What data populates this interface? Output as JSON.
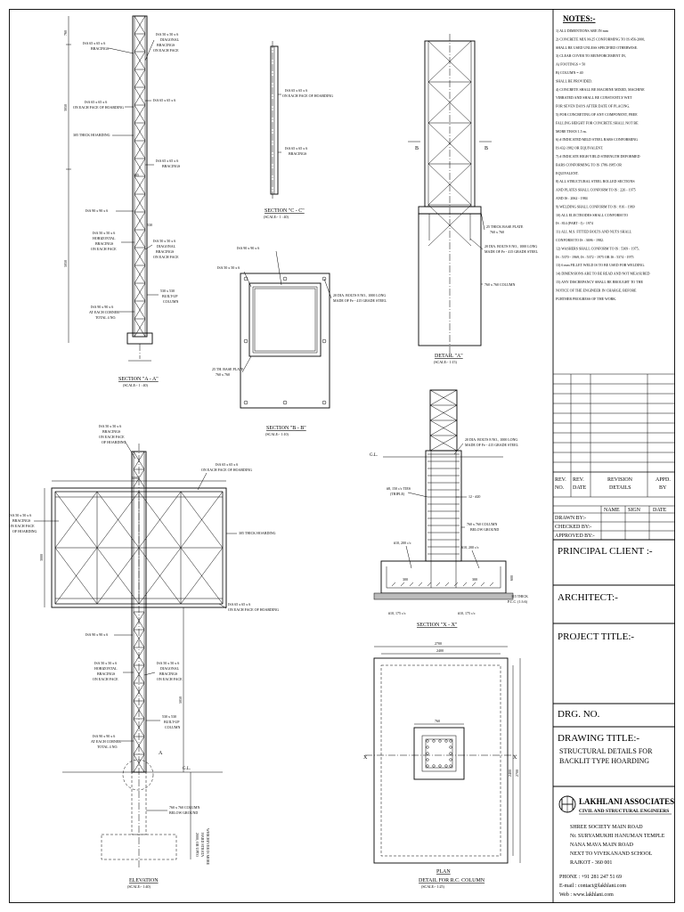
{
  "notes": {
    "heading": "NOTES:-",
    "lines": [
      "1) ALL DIMENTIONS ARE IN mm",
      "2) CONCRETE MIX M-25 CONFORMING TO IS:456-2000,",
      "   SHALL BE USED UNLESS SPECIFIED OTHERWISE.",
      "3) CLEAR COVER TO REINFORCEMENT IN,",
      "   A) FOOTINGS  = 50",
      "   B) COLUMN    = 40",
      "   SHALL BE PROVIDED.",
      "4) CONCRETE SHALL BE MACHINE MIXED, MACHINE",
      "   VIBRATED AND SHALL BE CONSTANTLY WET",
      "   FOR SEVEN DAYS AFTER DATE OF PLACING.",
      "5) FOR CONCRETING OF ANY COMPONENT, FREE",
      "   FALLING HEIGHT FOR CONCRETE SHALL NOT BE",
      "   MORE THAN 1.5 m.",
      "6) # INDICATED MILD STEEL BARS CONFORMING",
      "   IS:432-1982  OR EQUIVALENT.",
      "7) # INDICATE HIGH YIELD STRENGTH DEFORMED",
      "   BARS CONFORMING TO IS 1786-1985 OR",
      "   EQUIVALENT.",
      "8) ALL STRUCTURAL STEEL ROLLED SECTIONS",
      "   AND PLATES SHALL CONFORM TO IS : 226 - 1975",
      "   AND IS : 2062 - 1984",
      "9) WELDING SHALL CONFORM TO IS : 816 - 1969",
      "10) ALL ELECTRODES SHALL CONFORM TO",
      "   IS : 814 (PART - I) - 1974",
      "11) ALL M.S. FITTED BOLTS AND NUTS SHALL",
      "   CONFORM TO IS : 3696 - 1982.",
      "12) WASHERS SHALL CONFORM TO IS : 5369 - 1975,",
      "   IS : 5370 - 1969, IS : 5372 - 1975 OR IS : 5374 - 1975",
      "13) 6 mm FILLET WELD IS TO BE USED FOR WELDING.",
      "14) DIMENSIONS ARE TO BE READ AND NOT MEASURED",
      "15) ANY DISCREPANCY SHALL BE BROUGHT TO THE",
      "   NOTICE OF THE ENGINEER IN CHARGE, BEFORE",
      "   FURTHER PROGRESS OF THE WORK."
    ]
  },
  "revision_table": {
    "headers": [
      "REV. NO.",
      "REV. DATE",
      "REVISION DETAILS",
      "APPD. BY"
    ]
  },
  "sign_table": {
    "headers": [
      "NAME",
      "SIGN",
      "DATE"
    ],
    "rows": [
      "DRAWN BY:-",
      "CHECKED BY:-",
      "APPROVED BY:-"
    ]
  },
  "title_block": {
    "principal_client": "PRINCIPAL CLIENT :-",
    "architect": "ARCHITECT:-",
    "project_title": "PROJECT TITLE:-",
    "drg_no": "DRG. NO.",
    "drawing_title_label": "DRAWING TITLE:-",
    "drawing_title_line1": "STRUCTURAL DETAILS FOR",
    "drawing_title_line2": "BACKLIT TYPE HOARDING"
  },
  "firm": {
    "name": "LAKHLANI ASSOCIATES",
    "tagline": "CIVIL AND STRUCTURAL ENGINEERS",
    "address": [
      "SHREE SOCIETY MAIN ROAD",
      "Nr. SURYAMUKHI HANUMAN TEMPLE",
      "NANA MAVA MAIN ROAD",
      "NEXT TO VIVEKANAND SCHOOL",
      "RAJKOT - 360 001"
    ],
    "phone": "PHONE   : +91 281 247 51 69",
    "email": "E-mail    :  contact@lakhlani.com",
    "web": "Web       :  www.lakhlani.com"
  },
  "views": {
    "section_aa": {
      "title": "SECTION \"A - A\"",
      "scale": "(SCALE:- 1 : 40)",
      "labels": {
        "isa65_top": "ISA 65 x 65 x 6",
        "bracings_top": "BRACINGS",
        "isa50_diag": "ISA 50 x 50 x 6",
        "diagonal": "DIAGONAL",
        "bracings_each": "BRACINGS",
        "on_each_face": "ON EACH FACE",
        "isa65_hoard": "ISA 65 x 65 x 6",
        "on_each_face_hoard": "ON EACH FACE OF HOARDING",
        "isa65_right": "ISA 65 x 65 x 6",
        "thick_hoarding": "305 THICK HOARDING",
        "isa65_brac2": "ISA 65 x 65 x 6",
        "bracings2": "BRACINGS",
        "isa90_left": "ISA 90 x 90 x 6",
        "isa50_horiz": "ISA 50 x 50 x 6",
        "horizontal": "HORIZONTAL",
        "bracings3": "BRACINGS",
        "on_each_face2": "ON EACH FACE",
        "isa50_diag2": "ISA 50 x 50 x 6",
        "diagonal2": "DIAGONAL",
        "bracings4": "BRACINGS",
        "on_each_face3": "ON EACH FACE",
        "size530": "530 x 530",
        "builtup": "BUILT-UP",
        "column": "COLUMN",
        "isa90_corner": "ISA 90 x 90 x 6",
        "at_each_corner": "AT EACH CORNER",
        "total4": "TOTAL 4 NO.",
        "dim_top": "760",
        "dim_mid": "3050",
        "dim_low": "5050",
        "dim_530": "530",
        "dim_305": "305"
      }
    },
    "section_cc": {
      "title": "SECTION \"C - C\"",
      "scale": "(SCALE:- 1 : 40)",
      "labels": {
        "isa65_a": "ISA 65 x 65 x 6",
        "on_each_face": "ON EACH FACE OF HOARDING",
        "isa65_b": "ISA 65 x 65 x 6",
        "bracings": "BRACINGS"
      }
    },
    "section_bb": {
      "title": "SECTION \"B - B\"",
      "scale": "(SCALE:- 1:10)",
      "labels": {
        "isa90": "ISA 90 x 90 x 6",
        "isa50": "ISA 50 x 50 x 6",
        "bolts": "20 DIA. BOLTS 8 NO., 1000 LONG",
        "bolts2": "MADE OF Fe - 415 GRADE STEEL",
        "base_plate": "25 TH. BASE PLATE",
        "base_size": "760 x 760"
      }
    },
    "detail_a": {
      "title": "DETAIL \"A\"",
      "scale": "(SCALE:- 1:15)",
      "labels": {
        "base_plate": "25 THICK BASE PLATE",
        "base_size": "760 x 760",
        "bolts": "20 DIA. BOLTS 8 NO., 1000 LONG",
        "bolts2": "MADE OF Fe - 415 GRADE STEEL",
        "column": "760 x 760 COLUMN",
        "b_left": "B",
        "b_right": "B"
      }
    },
    "section_xx": {
      "title": "SECTION \"X - X\"",
      "labels": {
        "gl": "G.L.",
        "bolts": "20 DIA. BOLTS 8 NO., 1000 LONG",
        "bolts2": "MADE OF Fe - 415 GRADE STEEL",
        "ties": "#8, 150 c/c TIES",
        "triple": "(TRIPLE)",
        "bars12": "12 - #20",
        "column": "760 x 760 COLUMN",
        "below": "BELOW GROUND",
        "r10a": "#10, 200 c/c",
        "r10b": "#10, 200 c/c",
        "r10c": "#10, 175 c/c",
        "r10d": "#10, 175 c/c",
        "pcc": "115 THICK",
        "pcc2": "P.C.C. (1:3:6)",
        "d300a": "300",
        "d300b": "300",
        "d600": "600"
      }
    },
    "elevation": {
      "title": "ELEVATION",
      "scale": "(SCALE:- 1:40)",
      "labels": {
        "isa50_top": "ISA 50 x 50 x 6",
        "bracings_top": "BRACINGS",
        "on_each_face_top": "ON EACH FACE",
        "of_hoarding": "OF HOARDING",
        "isa65_tr": "ISA 65 x 65 x 6",
        "on_each_face_tr": "ON EACH FACE OF HOARDING",
        "dim_6000": "6000",
        "isa50_left": "ISA 50 x 50 x 6",
        "bracings_left": "BRACINGS",
        "on_each_face_left": "ON EACH FACE",
        "of_hoarding_left": "OF HOARDING",
        "thick": "305 THICK HOARDING",
        "dim_3000": "3000",
        "isa65_br": "ISA 65 x 65 x 6",
        "on_each_face_br": "ON EACH FACE OF HOARDING",
        "isa90_left": "ISA 90 x 90 x 6",
        "isa50_horiz": "ISA 50 x 50 x 6",
        "horizontal": "HORIZONTAL",
        "bracings2": "BRACINGS",
        "on_each_face2": "ON EACH FACE",
        "isa50_diag": "ISA 50 x 50 x 6",
        "diagonal": "DIAGONAL",
        "bracings3": "BRACINGS",
        "on_each_face3": "ON EACH FACE",
        "size530": "530 x 530",
        "builtup": "BUILT-UP",
        "column": "COLUMN",
        "isa90_corner": "ISA 90 x 90 x 6",
        "at_each_corner": "AT EACH CORNER",
        "total4": "TOTAL 4 NO.",
        "gl": "G.L.",
        "below_col": "760 x 760 COLUMN",
        "below_ground": "BELOW GROUND",
        "dim_5050": "5050",
        "upto": "2000, OR UPTO",
        "hard_strata": "HARD STRATA",
        "whichever": "WHICHEVER IS MORE",
        "mark_a": "A",
        "mark_b": "A"
      }
    },
    "plan": {
      "title": "PLAN",
      "subtitle": "DETAIL FOR R.C. COLUMN",
      "scale": "(SCALE:- 1:25)",
      "labels": {
        "d2700": "2700",
        "d2400": "2400",
        "d760": "760",
        "d2400v": "2400",
        "d2700v": "2700",
        "x_left": "X",
        "x_right": "X"
      }
    }
  }
}
